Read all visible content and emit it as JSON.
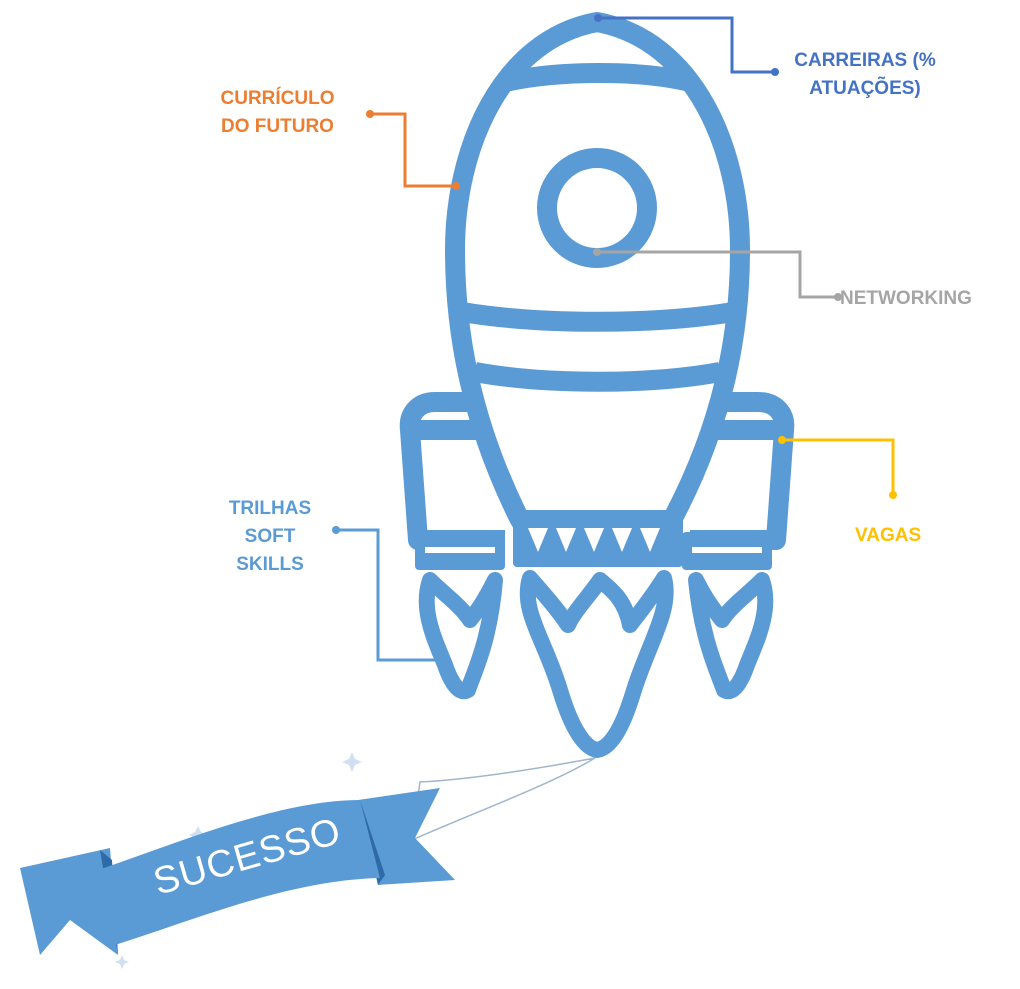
{
  "labels": {
    "carreiras": "CARREIRAS (%\nATUAÇÕES)",
    "curriculo": "CURRÍCULO\nDO FUTURO",
    "networking": "NETWORKING",
    "vagas": "VAGAS",
    "trilhas": "TRILHAS\nSOFT\nSKILLS"
  },
  "banner": {
    "text": "SUCESSO"
  },
  "colors": {
    "rocket": "#5b9bd5",
    "carreiras": "#4472c4",
    "curriculo": "#ed7d31",
    "networking": "#a5a5a5",
    "vagas": "#ffc000",
    "trilhas": "#5b9bd5",
    "banner": "#5b9bd5",
    "banner_dark": "#2e6aa8"
  }
}
